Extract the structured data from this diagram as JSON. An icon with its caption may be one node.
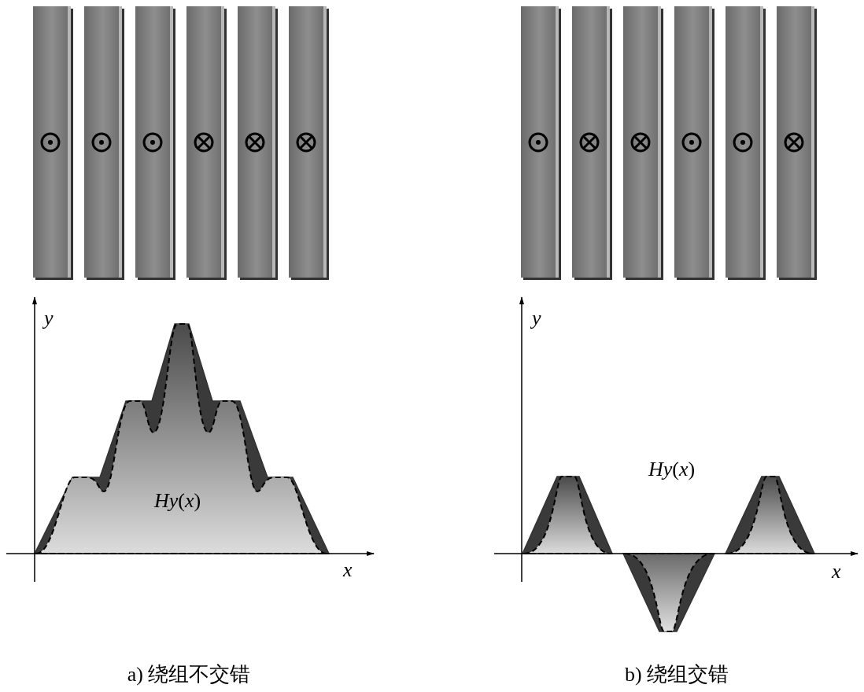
{
  "diagram": {
    "labels": [
      "y",
      "*Hy*(*x*)",
      "x",
      "a) 绕组不交错",
      "y",
      "*Hy*(*x*)",
      "x",
      "b) 绕组交错"
    ]
  }
}
